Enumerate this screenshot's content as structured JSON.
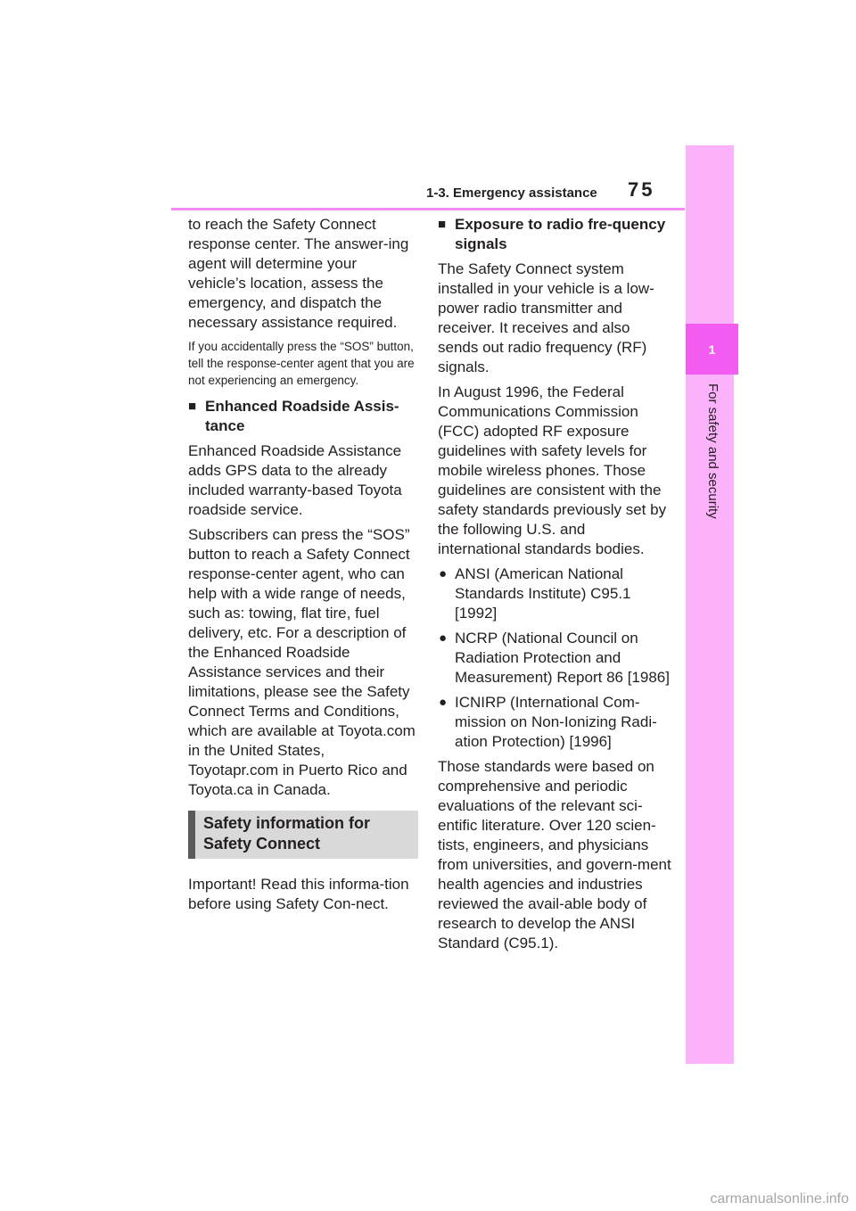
{
  "header": {
    "title": "1-3. Emergency assistance",
    "page_number": "75"
  },
  "side_tab": {
    "number": "1",
    "label": "For safety and security"
  },
  "left_column": {
    "p1": "to reach the Safety Connect response center. The answer-ing agent will determine your vehicle’s location, assess the emergency, and dispatch the necessary assistance required.",
    "note": "If you accidentally press the “SOS” button, tell the response-center agent that you are not experiencing an emergency.",
    "subhead_enhanced": "Enhanced Roadside Assis-tance",
    "p2": "Enhanced Roadside Assistance adds GPS data to the already included warranty-based Toyota roadside service.",
    "p3": "Subscribers can press the “SOS” button to reach a Safety Connect response-center agent, who can help with a wide range of needs, such as: towing, flat tire, fuel delivery, etc. For a description of the Enhanced Roadside Assistance services and their limitations, please see the Safety Connect Terms and Conditions, which are available at Toyota.com in the United States, Toyotapr.com in Puerto Rico and Toyota.ca in Canada.",
    "section_title": "Safety information for Safety Connect",
    "p4": "Important! Read this informa-tion before using Safety Con-nect."
  },
  "right_column": {
    "subhead_exposure": "Exposure to radio fre-quency signals",
    "p1": "The Safety Connect system installed in your vehicle is a low-power radio transmitter and receiver. It receives and also sends out radio frequency (RF) signals.",
    "p2": "In August 1996, the Federal Communications Commission (FCC) adopted RF exposure guidelines with safety levels for mobile wireless phones. Those guidelines are consistent with the safety standards previously set by the following U.S. and international standards bodies.",
    "bullets": [
      "ANSI (American National Standards Institute) C95.1 [1992]",
      "NCRP (National Council on Radiation Protection and Measurement) Report 86 [1986]",
      "ICNIRP (International Com-mission on Non-Ionizing Radi-ation Protection) [1996]"
    ],
    "p3": "Those standards were based on comprehensive and periodic evaluations of the relevant sci-entific literature. Over 120 scien-tists, engineers, and physicians from universities, and govern-ment health agencies and industries reviewed the avail-able body of research to develop the ANSI Standard (C95.1)."
  },
  "glyphs": {
    "subhead_marker": "■",
    "bullet_marker": "●"
  },
  "watermark": "carmanualsonline.info",
  "colors": {
    "accent_pink": "#f18cf0",
    "tab_light": "#fcb2fb",
    "tab_dark": "#f35cf0",
    "section_bg": "#d9d9d9"
  }
}
